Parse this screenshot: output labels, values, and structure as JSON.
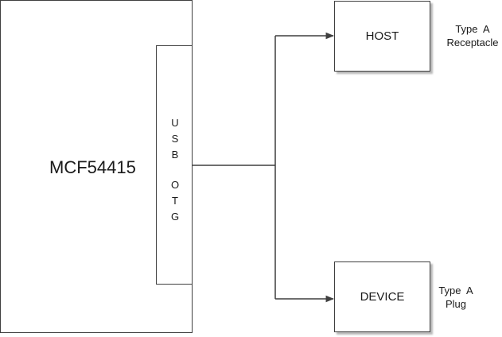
{
  "diagram": {
    "chip": {
      "label": "MCF54415"
    },
    "port": {
      "letters": [
        "U",
        "S",
        "B",
        "O",
        "T",
        "G"
      ]
    },
    "host": {
      "label": "HOST",
      "note_line1": "Type  A",
      "note_line2": "Receptacle"
    },
    "device": {
      "label": "DEVICE",
      "note_line1": "Type  A",
      "note_line2": "Plug"
    },
    "line_color": "#3f3f3f"
  }
}
